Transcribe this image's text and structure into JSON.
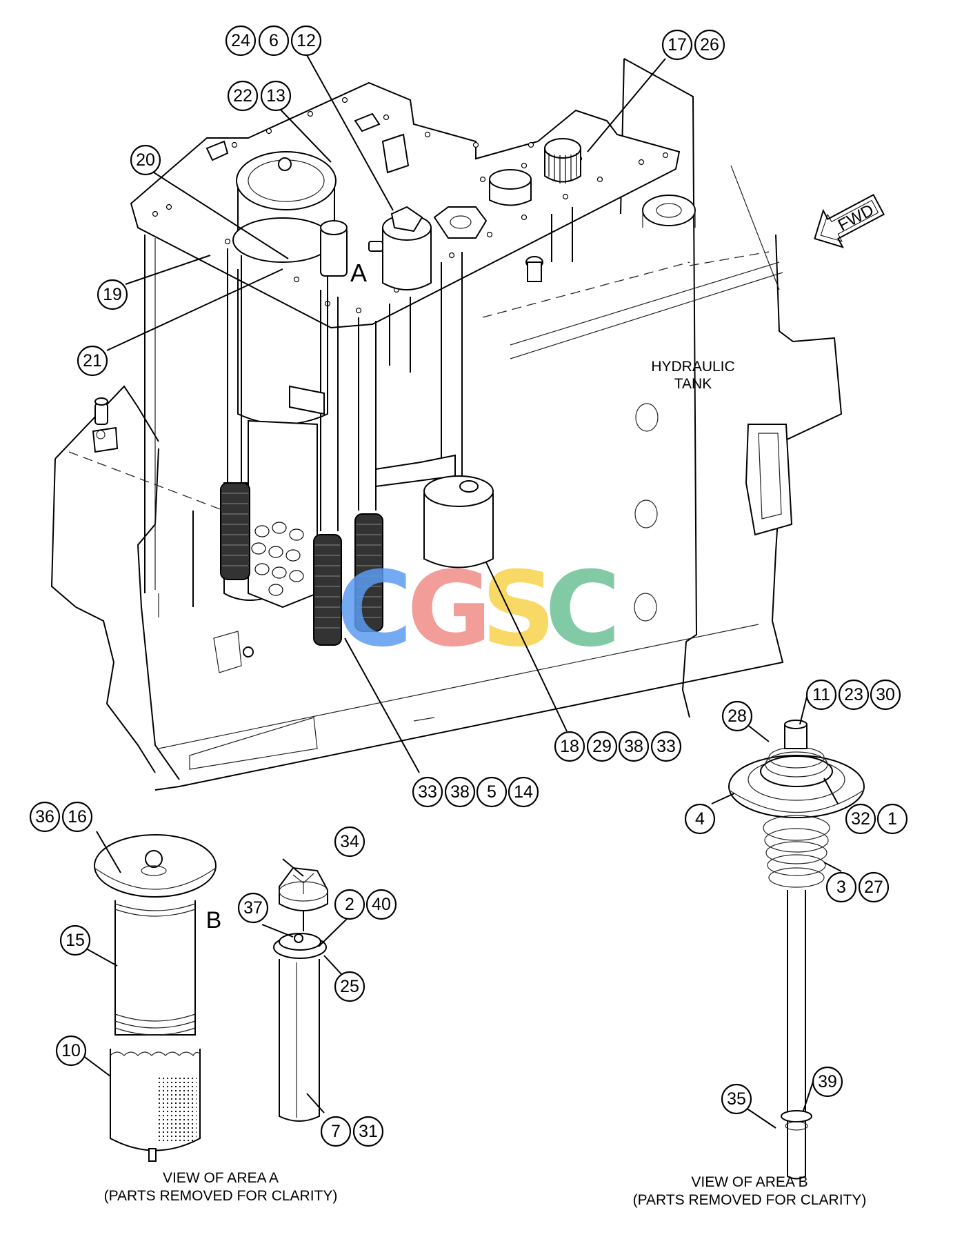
{
  "callouts": [
    "24",
    "6",
    "12",
    "17",
    "26",
    "22",
    "13",
    "20",
    "19",
    "21",
    "18",
    "29",
    "38",
    "33",
    "33",
    "38",
    "5",
    "14",
    "11",
    "23",
    "30",
    "28",
    "4",
    "32",
    "1",
    "3",
    "27",
    "36",
    "16",
    "34",
    "37",
    "2",
    "40",
    "25",
    "15",
    "10",
    "7",
    "31",
    "35",
    "39"
  ],
  "area_labels": {
    "a": "A",
    "b": "B"
  },
  "tank_label": [
    "HYDRAULIC",
    "TANK"
  ],
  "fwd_label": "FWD",
  "watermark": {
    "letters": [
      "C",
      "G",
      "S",
      "C"
    ],
    "colors": [
      "#5b9bf0",
      "#f08c86",
      "#f7d24b",
      "#6cbf96"
    ]
  },
  "captions": {
    "area_a": [
      "VIEW OF AREA A",
      "(PARTS REMOVED FOR CLARITY)"
    ],
    "area_b": [
      "VIEW OF AREA B",
      "(PARTS REMOVED FOR CLARITY)"
    ]
  }
}
